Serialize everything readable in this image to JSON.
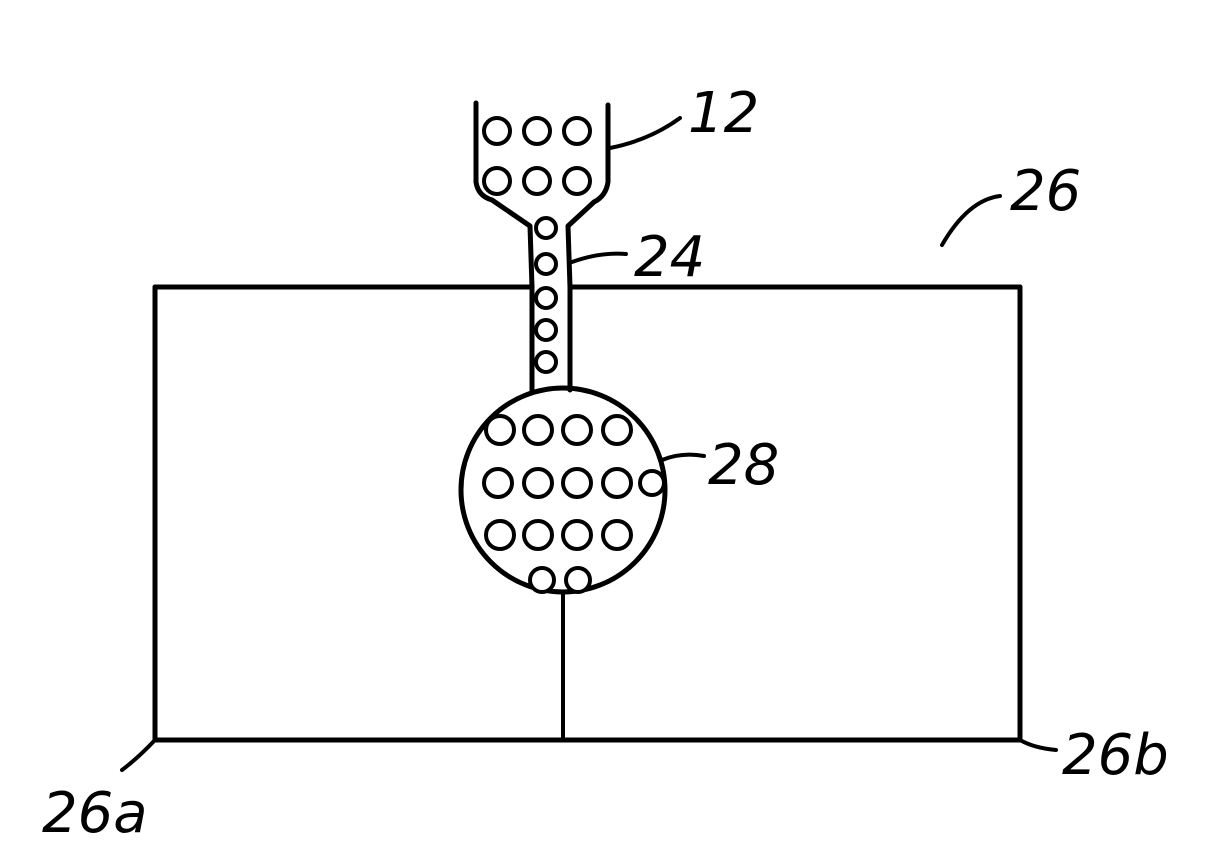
{
  "labels": {
    "ref_12": "12",
    "ref_24": "24",
    "ref_26": "26",
    "ref_28": "28",
    "ref_26a": "26a",
    "ref_26b": "26b"
  },
  "colors": {
    "ink": "#000000",
    "background": "#ffffff"
  }
}
